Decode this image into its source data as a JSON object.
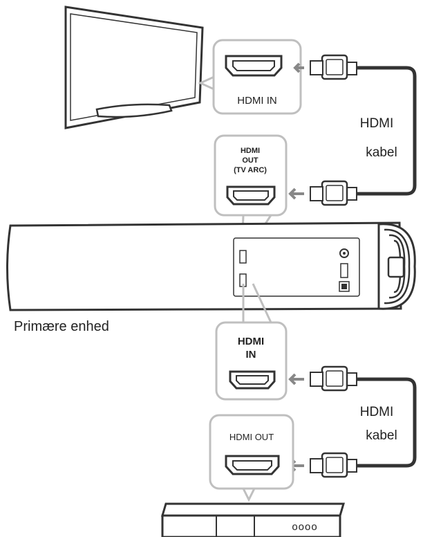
{
  "tv_port": {
    "label": "HDMI IN"
  },
  "soundbar_out_port": {
    "line1": "HDMI",
    "line2": "OUT",
    "line3": "(TV ARC)"
  },
  "soundbar_in_port": {
    "line1": "HDMI",
    "line2": "IN"
  },
  "device_port": {
    "label": "HDMI OUT"
  },
  "cable_top": {
    "line1": "HDMI",
    "line2": "kabel"
  },
  "cable_bottom": {
    "line1": "HDMI",
    "line2": "kabel"
  },
  "unit_label": "Primære enhed",
  "device_display": "oooo",
  "colors": {
    "stroke": "#333333",
    "callout": "#bfbfbf",
    "arrow": "#888888",
    "cable": "#333333"
  }
}
